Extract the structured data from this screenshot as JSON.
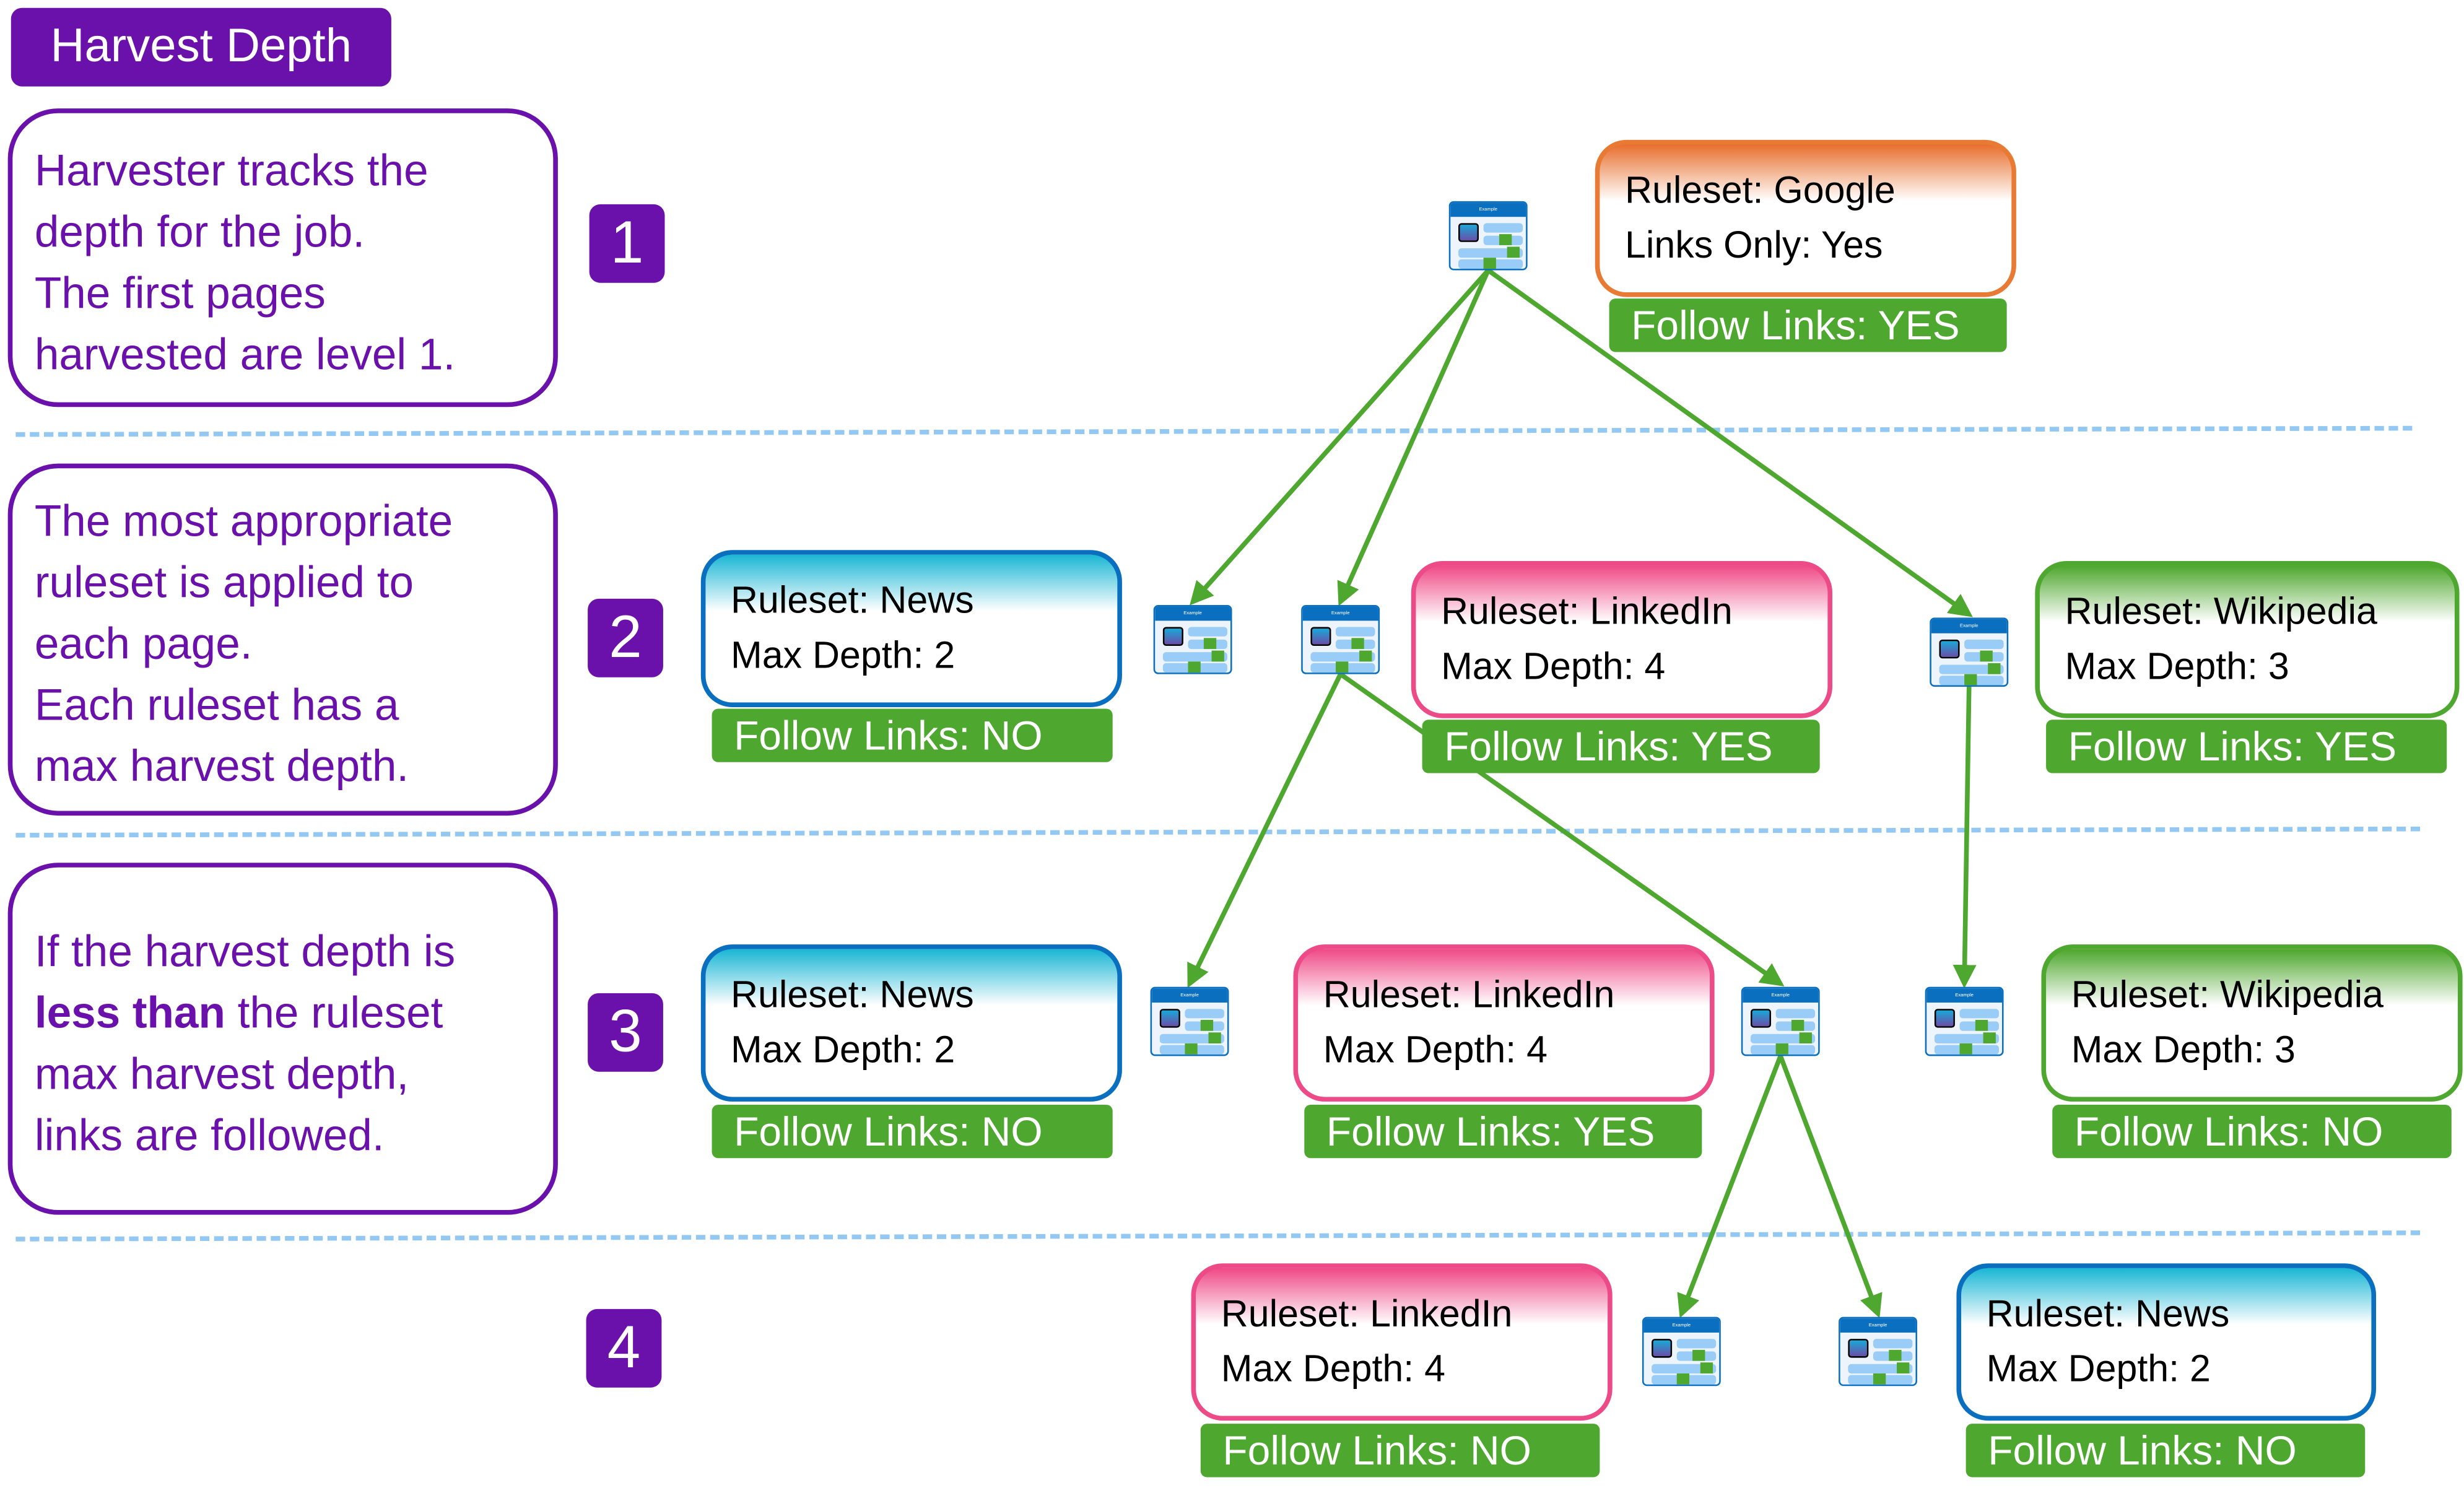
{
  "title": "Harvest Depth",
  "notes": [
    {
      "lines": [
        "Harvester tracks the",
        "depth for the job.",
        "The first pages",
        "harvested are level 1."
      ]
    },
    {
      "lines": [
        "The most appropriate",
        "ruleset is applied to",
        "each page.",
        "Each ruleset has a",
        "max harvest depth."
      ]
    },
    {
      "lines_pre": [
        "If the harvest depth is"
      ],
      "bold": "less than",
      "after_bold": " the ruleset",
      "lines_post": [
        "max harvest depth,",
        "links are followed."
      ]
    }
  ],
  "levels": [
    "1",
    "2",
    "3",
    "4"
  ],
  "page_icon_title": "Example",
  "rulesets": [
    {
      "id": "l1-google",
      "level": 1,
      "color": "orange",
      "line1": "Ruleset: Google",
      "line2": "Links Only: Yes",
      "follow": "Follow Links: YES"
    },
    {
      "id": "l2-news",
      "level": 2,
      "color": "blue",
      "line1": "Ruleset: News",
      "line2": "Max Depth: 2",
      "follow": "Follow Links: NO"
    },
    {
      "id": "l2-linkedin",
      "level": 2,
      "color": "pink",
      "line1": "Ruleset: LinkedIn",
      "line2": "Max Depth: 4",
      "follow": "Follow Links: YES"
    },
    {
      "id": "l2-wikipedia",
      "level": 2,
      "color": "green",
      "line1": "Ruleset: Wikipedia",
      "line2": "Max Depth: 3",
      "follow": "Follow Links: YES"
    },
    {
      "id": "l3-news",
      "level": 3,
      "color": "blue",
      "line1": "Ruleset: News",
      "line2": "Max Depth: 2",
      "follow": "Follow Links: NO"
    },
    {
      "id": "l3-linkedin",
      "level": 3,
      "color": "pink",
      "line1": "Ruleset: LinkedIn",
      "line2": "Max Depth: 4",
      "follow": "Follow Links: YES"
    },
    {
      "id": "l3-wikipedia",
      "level": 3,
      "color": "green",
      "line1": "Ruleset: Wikipedia",
      "line2": "Max Depth: 3",
      "follow": "Follow Links: NO"
    },
    {
      "id": "l4-linkedin",
      "level": 4,
      "color": "pink",
      "line1": "Ruleset: LinkedIn",
      "line2": "Max Depth: 4",
      "follow": "Follow Links: NO"
    },
    {
      "id": "l4-news",
      "level": 4,
      "color": "blue",
      "line1": "Ruleset: News",
      "line2": "Max Depth: 2",
      "follow": "Follow Links: NO"
    }
  ],
  "colors": {
    "accent_purple": "#6a10ab",
    "follow_green": "#4ea72e",
    "arrow_green": "#4ea72e",
    "divider_blue": "#92c8f2",
    "news_blue": "#0b6fc0",
    "linkedin_pink": "#ec4b88",
    "wikipedia_green": "#4ea72e",
    "google_orange": "#e87a33"
  },
  "edges": [
    {
      "from": "p1",
      "to": "p2a"
    },
    {
      "from": "p1",
      "to": "p2b"
    },
    {
      "from": "p1",
      "to": "p2c"
    },
    {
      "from": "p2b",
      "to": "p3a"
    },
    {
      "from": "p2b",
      "to": "p3b"
    },
    {
      "from": "p2c",
      "to": "p3c"
    },
    {
      "from": "p3b",
      "to": "p4a"
    },
    {
      "from": "p3b",
      "to": "p4b"
    }
  ]
}
